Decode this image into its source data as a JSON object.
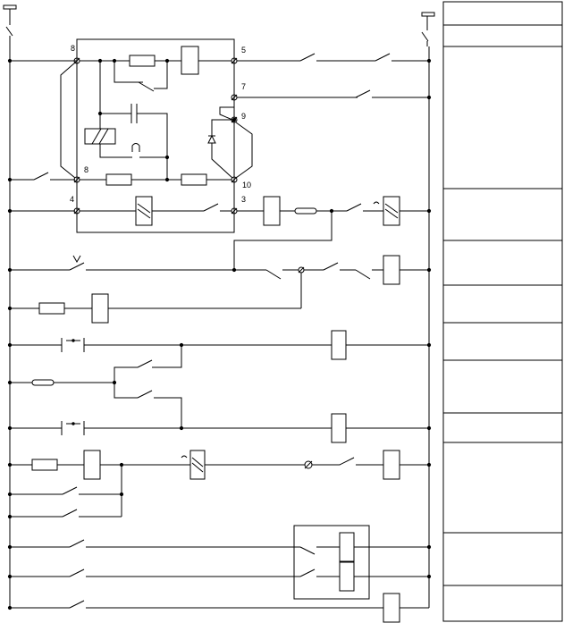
{
  "terminals": {
    "t8_top": "8",
    "t5": "5",
    "t7": "7",
    "t9": "9",
    "t8_bottom": "8",
    "t10": "10",
    "t4": "4",
    "t3": "3"
  },
  "legend": {
    "row_count": 12
  }
}
